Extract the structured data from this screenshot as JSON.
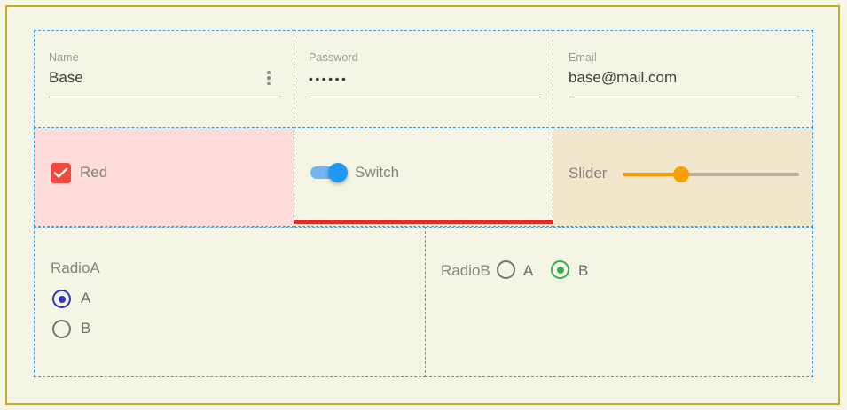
{
  "theme": {
    "page_bg": "#F5F5E6",
    "frame_border": "#BDB024",
    "grid_line": "#3E9EE8",
    "pink_tint": "#FDDCDA",
    "tan_tint": "#F0E6CB",
    "error_bar": "#D93025",
    "checkbox_color": "#F4483B",
    "switch_color": "#2196F3",
    "slider_color": "#FBA000",
    "radio_a_color": "#2B35C4",
    "radio_b_color": "#35AF4F"
  },
  "fields": {
    "name": {
      "label": "Name",
      "value": "Base",
      "placeholder": "Name",
      "menu_icon": "more-vertical-icon"
    },
    "password": {
      "label": "Password",
      "value": "••••••",
      "masked_length": 6,
      "placeholder": "Password"
    },
    "email": {
      "label": "Email",
      "value": "base@mail.com",
      "placeholder": "Email"
    }
  },
  "controls": {
    "checkbox": {
      "label": "Red",
      "checked": true
    },
    "switch": {
      "label": "Switch",
      "on": true
    },
    "slider": {
      "label": "Slider",
      "value_percent": 33
    }
  },
  "radio_a": {
    "label": "RadioA",
    "selected": "A",
    "options": [
      {
        "label": "A",
        "selected": true
      },
      {
        "label": "B",
        "selected": false
      }
    ]
  },
  "radio_b": {
    "label": "RadioB",
    "selected": "B",
    "options": [
      {
        "label": "A",
        "selected": false
      },
      {
        "label": "B",
        "selected": true
      }
    ]
  }
}
